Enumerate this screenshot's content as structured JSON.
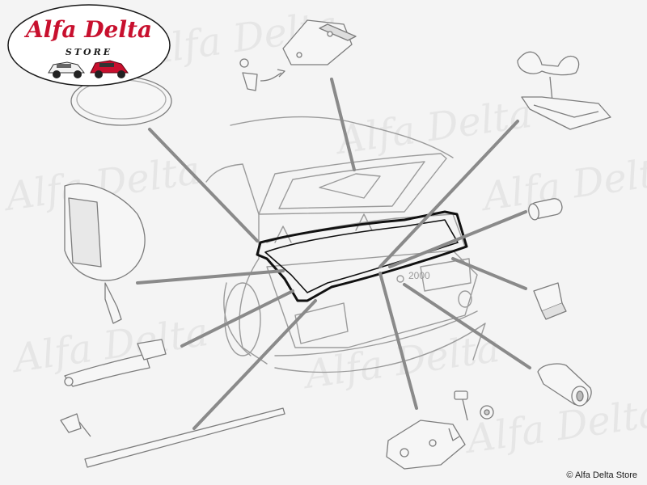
{
  "brand": {
    "script_name": "Alfa Delta",
    "subtitle": "STORE"
  },
  "watermark": {
    "text": "Alfa Delta"
  },
  "badge_text": "2000",
  "copyright": "© Alfa Delta Store",
  "colors": {
    "background": "#f4f4f4",
    "brand_red": "#c8102e",
    "leader": "#8a8a8a",
    "line_art": "#9b9b9b",
    "seal": "#111111"
  }
}
